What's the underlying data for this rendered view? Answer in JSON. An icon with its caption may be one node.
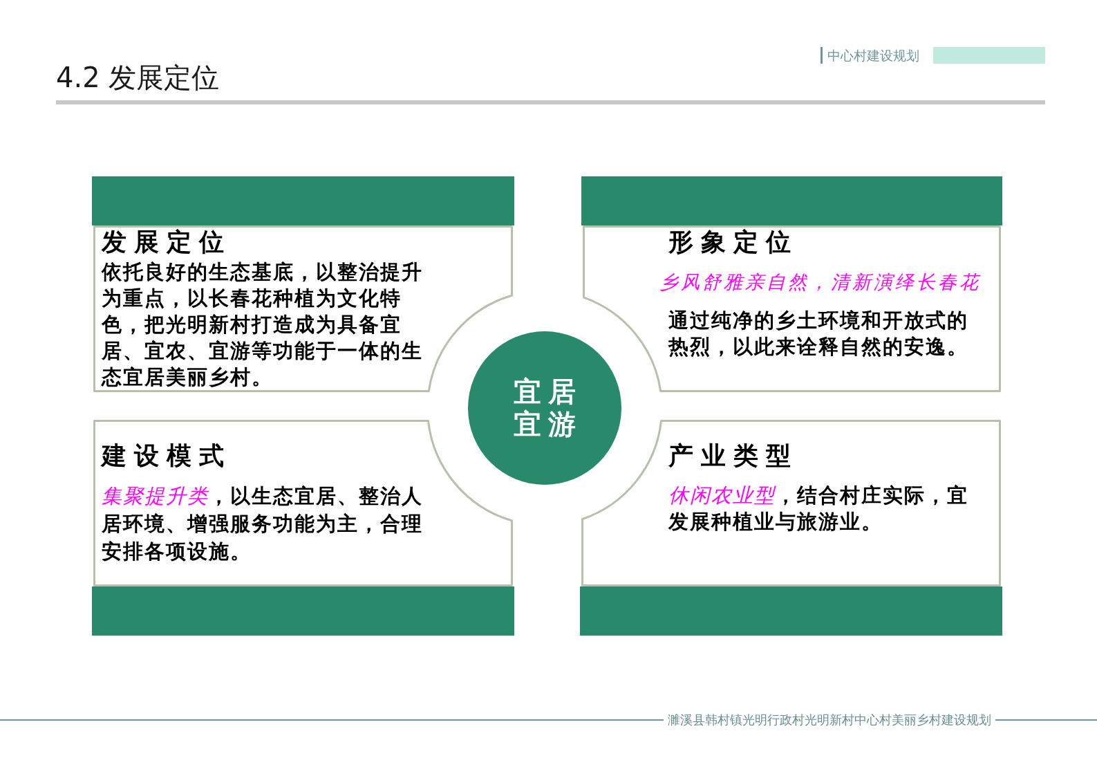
{
  "diagram": {
    "title": "4.2 发展定位",
    "nodes": [
      {
        "text": [
          "发展定位",
          "依托良好的生态基底，以整治提升为重点，以长春花种植为文化特色，把光明新村打造成为具备宜居、宜农、宜游等功能于一体的生态宜居美丽乡村。"
        ]
      },
      {
        "text": [
          "形象定位",
          "乡风舒雅亲自然，清新演绎长春花",
          "通过纯净的乡土环境和开放式的热烈，以此来诠释自然的安逸。"
        ]
      },
      {
        "text": [
          "宜居宜游"
        ]
      },
      {
        "text": [
          "建设模式",
          "*集聚提升类*，以生态宜居、整治人居环境、增强服务功能为主，合理安排各项设施。"
        ]
      },
      {
        "text": [
          "产业类型",
          "*休闲农业型*，结合村庄实际，宜发展种植业与旅游业。"
        ]
      }
    ],
    "labels": [
      "中心村建设规划",
      "濉溪县韩村镇光明行政村光明新村中心村美丽乡村建设规划"
    ]
  }
}
